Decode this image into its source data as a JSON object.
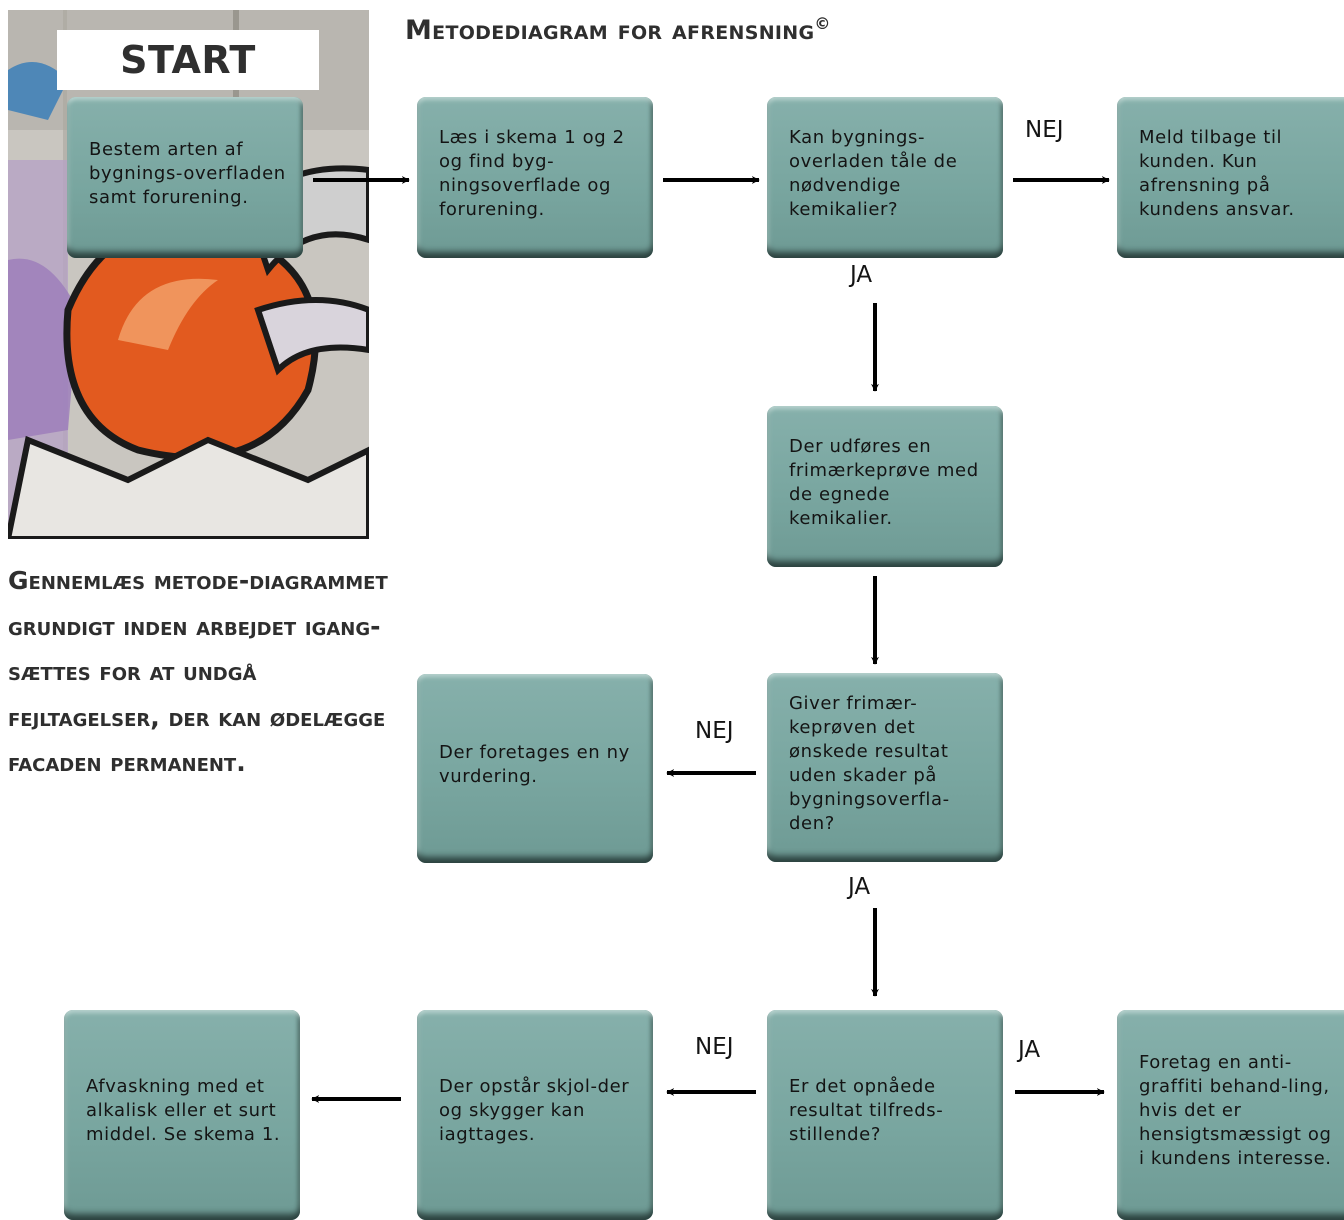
{
  "title": "Metodediagram for afrensning",
  "title_mark": "©",
  "start_label": "START",
  "note": "Gennemlæs metode-diagrammet grundigt inden arbejdet igang-sættes for at undgå fejltagelser, der kan ødelægge facaden permanent.",
  "background_image": {
    "icon": "graffiti-wall-photo"
  },
  "colors": {
    "box": "#7ba7a1",
    "box_shadow": "#2b413e",
    "text": "#2f2f2f",
    "arrow": "#000000"
  },
  "boxes": {
    "b1": "Bestem arten af bygnings-overfladen samt forurening.",
    "b2": "Læs i skema 1 og 2 og find byg-ningsoverflade og forurening.",
    "b3": "Kan bygnings-overladen tåle de nødvendige kemikalier?",
    "b4": "Meld tilbage til kunden. Kun afrensning på kundens ansvar.",
    "b5": "Der udføres en frimærkeprøve med de egnede kemikalier.",
    "b6": "Giver frimær-keprøven det ønskede resultat uden skader på bygningsoverfla-den?",
    "b7": "Der foretages en ny vurdering.",
    "b8": "Er det opnåede resultat tilfreds-stillende?",
    "b9": "Foretag en anti-graffiti behand-ling, hvis det er hensigtsmæssigt og i kundens interesse.",
    "b10": "Der opstår skjol-der og skygger kan iagttages.",
    "b11": "Afvaskning med et alkalisk eller et surt middel. Se skema 1."
  },
  "labels": {
    "nej1": "NEJ",
    "ja1": "JA",
    "nej2": "NEJ",
    "ja2": "JA",
    "nej3": "NEJ",
    "ja3": "JA"
  }
}
